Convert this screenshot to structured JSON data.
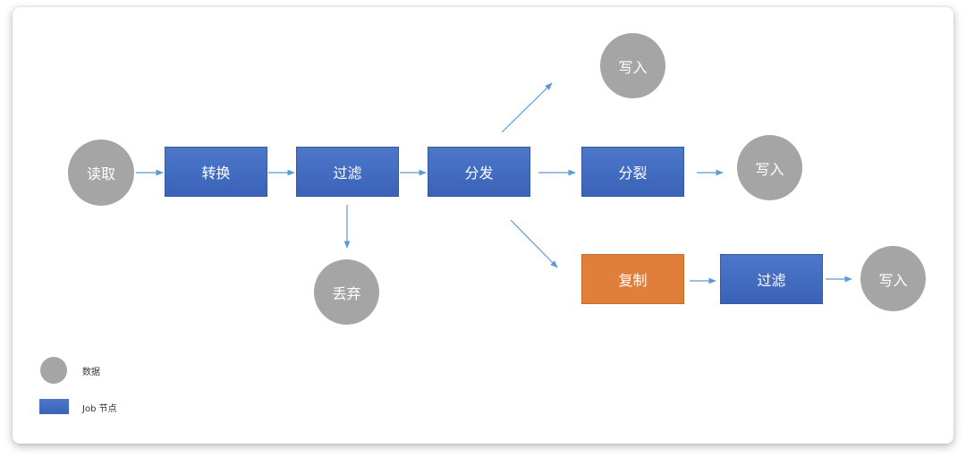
{
  "nodes": {
    "read": "读取",
    "transform": "转换",
    "filter1": "过滤",
    "distribute": "分发",
    "split": "分裂",
    "write_top": "写入",
    "write_mid": "写入",
    "discard": "丢弃",
    "copy": "复制",
    "filter2": "过滤",
    "write_bottom": "写入"
  },
  "legend": {
    "data_label": "数据",
    "job_label": "Job 节点"
  },
  "colors": {
    "data_circle": "#a5a5a5",
    "job_node": "#4472c4",
    "copy_node": "#e07e3c",
    "arrow": "#5b9bd5"
  }
}
